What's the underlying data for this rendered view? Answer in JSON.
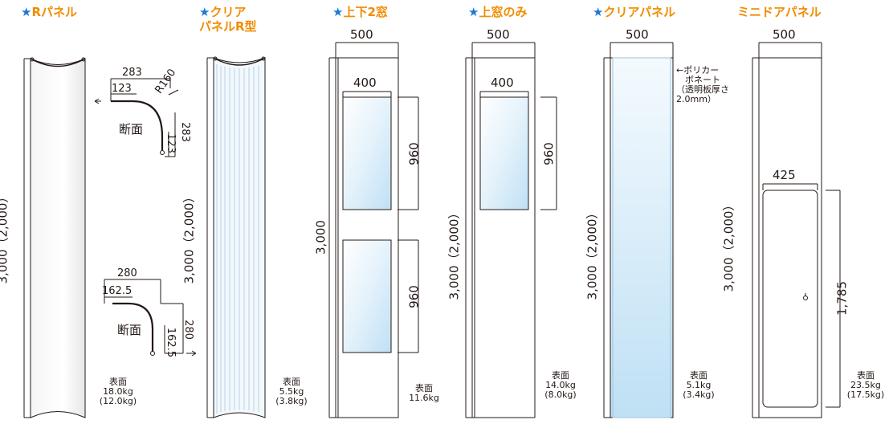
{
  "titles": {
    "p1_star": "★",
    "p1": "Rパネル",
    "p2_star": "★",
    "p2a": "クリア",
    "p2b": "パネルR型",
    "p3_star": "★",
    "p3": "上下2窓",
    "p4_star": "★",
    "p4": "上窓のみ",
    "p5_star": "★",
    "p5": "クリアパネル",
    "p6": "ミニドアパネル"
  },
  "heights": {
    "p1": "3,000（2,000）",
    "p2": "3,000（2,000）",
    "p3": "3,000",
    "p4": "3,000（2,000）",
    "p5": "3,000（2,000）",
    "p6": "3,000（2,000）"
  },
  "widths": {
    "p3": "500",
    "p4": "500",
    "p5": "500",
    "p6": "500"
  },
  "windows": {
    "p3_w": "400",
    "p3_h1": "960",
    "p3_h2": "960",
    "p4_w": "400",
    "p4_h": "960",
    "p6_door_w": "425",
    "p6_door_h": "1,785"
  },
  "section_r": {
    "w_top": "283",
    "w_flange": "123",
    "radius": "R160",
    "h_right": "283",
    "h_flange": "123",
    "label": "断面"
  },
  "section_clear": {
    "w_top": "280",
    "w_flange": "162.5",
    "h_right": "280",
    "h_flange": "162.5",
    "label": "断面"
  },
  "polycarbonate_note": "←ポリカー\n　ボネート\n（透明板厚さ\n2.0mm）",
  "weights": {
    "p1": "表面\n18.0kg\n(12.0kg)",
    "p2": "表面\n5.5kg\n(3.8kg)",
    "p3": "表面\n11.6kg",
    "p4": "表面\n14.0kg\n(8.0kg)",
    "p5": "表面\n5.1kg\n(3.4kg)",
    "p6": "表面\n23.5kg\n(17.5kg)"
  },
  "colors": {
    "title": "#f08c00",
    "star": "#1e78d2",
    "line": "#231815",
    "glass": "#cfe8f7"
  }
}
